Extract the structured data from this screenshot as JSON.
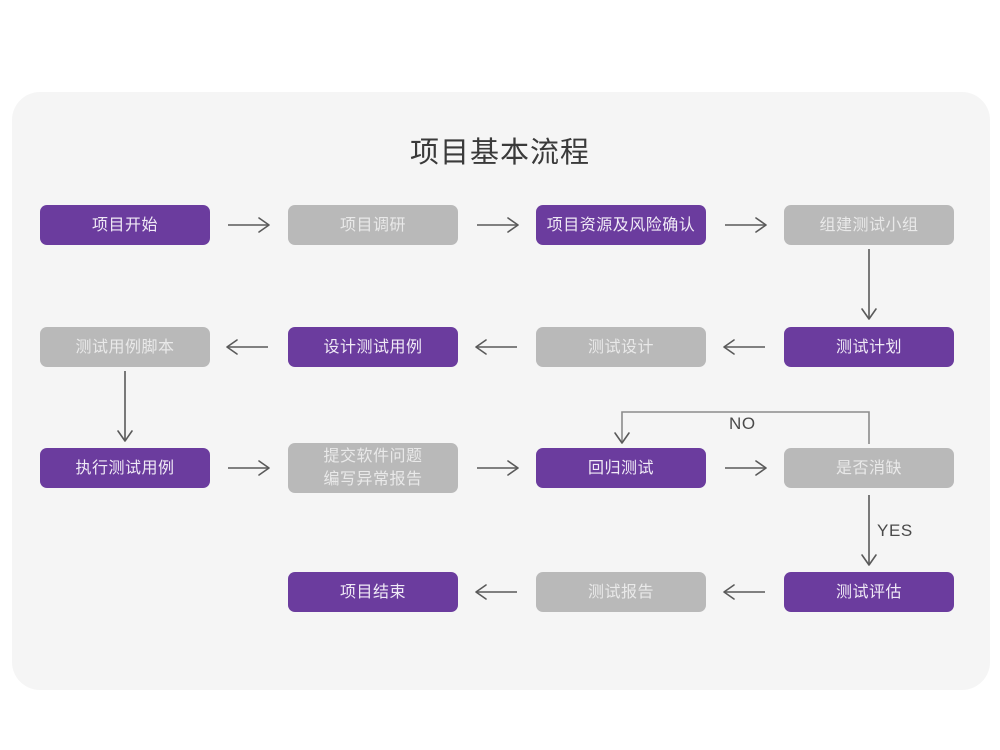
{
  "diagram": {
    "title": "项目基本流程",
    "colors": {
      "panel_background": "#f5f5f5",
      "page_background": "#ffffff",
      "active_node": "#6b3c9e",
      "inactive_node": "#b9b9b9",
      "active_node_text": "#f0eaf6",
      "inactive_node_text": "#e9e9e9",
      "arrow": "#5a5a5a",
      "loop_arrow": "#8c8c8c",
      "title_text": "#3a3a3a"
    },
    "nodes": [
      {
        "id": "n1",
        "label": "项目开始",
        "style": "purple"
      },
      {
        "id": "n2",
        "label": "项目调研",
        "style": "gray"
      },
      {
        "id": "n3",
        "label": "项目资源及风险确认",
        "style": "purple"
      },
      {
        "id": "n4",
        "label": "组建测试小组",
        "style": "gray"
      },
      {
        "id": "n5",
        "label": "测试计划",
        "style": "purple"
      },
      {
        "id": "n6",
        "label": "测试设计",
        "style": "gray"
      },
      {
        "id": "n7",
        "label": "设计测试用例",
        "style": "purple"
      },
      {
        "id": "n8",
        "label": "测试用例脚本",
        "style": "gray"
      },
      {
        "id": "n9",
        "label": "执行测试用例",
        "style": "purple"
      },
      {
        "id": "n10",
        "label": "提交软件问题\n编写异常报告",
        "style": "gray"
      },
      {
        "id": "n11",
        "label": "回归测试",
        "style": "purple"
      },
      {
        "id": "n12",
        "label": "是否消缺",
        "style": "gray"
      },
      {
        "id": "n13",
        "label": "测试评估",
        "style": "purple"
      },
      {
        "id": "n14",
        "label": "测试报告",
        "style": "gray"
      },
      {
        "id": "n15",
        "label": "项目结束",
        "style": "purple"
      }
    ],
    "edge_labels": {
      "no": "NO",
      "yes": "YES"
    },
    "edges": [
      {
        "from": "n1",
        "to": "n2",
        "direction": "right",
        "label": ""
      },
      {
        "from": "n2",
        "to": "n3",
        "direction": "right",
        "label": ""
      },
      {
        "from": "n3",
        "to": "n4",
        "direction": "right",
        "label": ""
      },
      {
        "from": "n4",
        "to": "n5",
        "direction": "down",
        "label": ""
      },
      {
        "from": "n5",
        "to": "n6",
        "direction": "left",
        "label": ""
      },
      {
        "from": "n6",
        "to": "n7",
        "direction": "left",
        "label": ""
      },
      {
        "from": "n7",
        "to": "n8",
        "direction": "left",
        "label": ""
      },
      {
        "from": "n8",
        "to": "n9",
        "direction": "down",
        "label": ""
      },
      {
        "from": "n9",
        "to": "n10",
        "direction": "right",
        "label": ""
      },
      {
        "from": "n10",
        "to": "n11",
        "direction": "right",
        "label": ""
      },
      {
        "from": "n11",
        "to": "n12",
        "direction": "right",
        "label": ""
      },
      {
        "from": "n12",
        "to": "n11",
        "direction": "loop-up-left",
        "label": "NO"
      },
      {
        "from": "n12",
        "to": "n13",
        "direction": "down",
        "label": "YES"
      },
      {
        "from": "n13",
        "to": "n14",
        "direction": "left",
        "label": ""
      },
      {
        "from": "n14",
        "to": "n15",
        "direction": "left",
        "label": ""
      }
    ]
  }
}
